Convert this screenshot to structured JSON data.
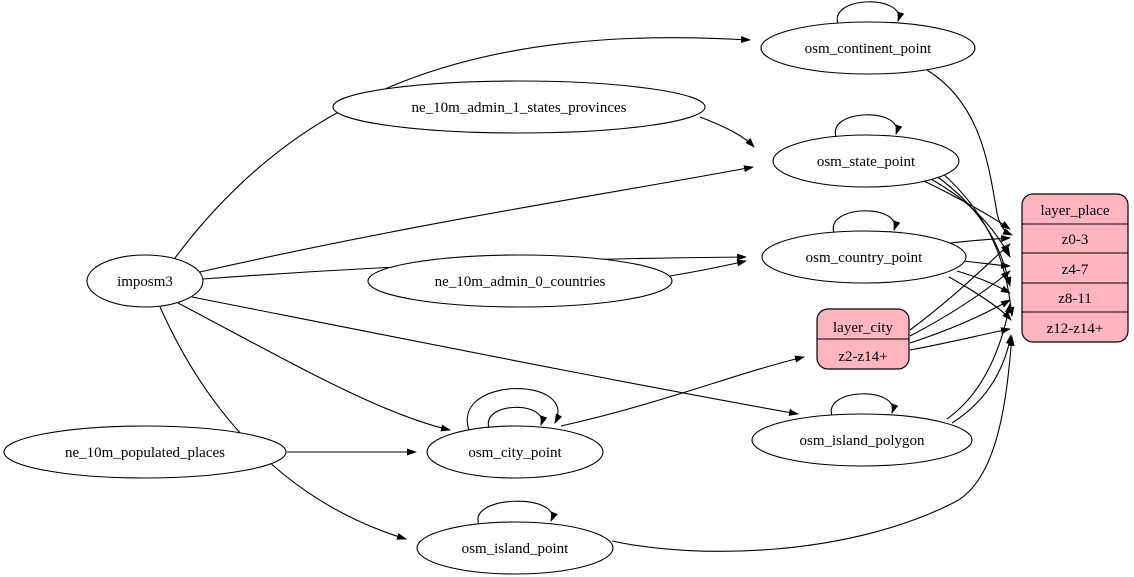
{
  "diagram": {
    "kind": "etl-dependency-graph",
    "background_color": "#ffffff",
    "table_fill": "#ffffff",
    "stroke_color": "#000000",
    "layer_fill": "#ffb6c1",
    "text_color": "#000000",
    "sources": {
      "imposm3": {
        "label": "imposm3"
      },
      "ne_10m_admin_1_states_provinces": {
        "label": "ne_10m_admin_1_states_provinces"
      },
      "ne_10m_admin_0_countries": {
        "label": "ne_10m_admin_0_countries"
      },
      "ne_10m_populated_places": {
        "label": "ne_10m_populated_places"
      }
    },
    "tables": {
      "osm_continent_point": {
        "label": "osm_continent_point"
      },
      "osm_state_point": {
        "label": "osm_state_point"
      },
      "osm_country_point": {
        "label": "osm_country_point"
      },
      "osm_city_point": {
        "label": "osm_city_point"
      },
      "osm_island_polygon": {
        "label": "osm_island_polygon"
      },
      "osm_island_point": {
        "label": "osm_island_point"
      }
    },
    "layers": {
      "layer_city": {
        "title": "layer_city",
        "rows": [
          "z2-z14+"
        ]
      },
      "layer_place": {
        "title": "layer_place",
        "rows": [
          "z0-3",
          "z4-7",
          "z8-11",
          "z12-z14+"
        ]
      }
    },
    "edges": [
      {
        "from": "imposm3",
        "to": "osm_continent_point"
      },
      {
        "from": "imposm3",
        "to": "osm_state_point"
      },
      {
        "from": "imposm3",
        "to": "osm_country_point"
      },
      {
        "from": "imposm3",
        "to": "osm_city_point"
      },
      {
        "from": "imposm3",
        "to": "osm_island_polygon"
      },
      {
        "from": "imposm3",
        "to": "osm_island_point"
      },
      {
        "from": "ne_10m_admin_1_states_provinces",
        "to": "osm_state_point"
      },
      {
        "from": "ne_10m_admin_0_countries",
        "to": "osm_country_point"
      },
      {
        "from": "ne_10m_populated_places",
        "to": "osm_city_point"
      },
      {
        "from": "osm_continent_point",
        "to": "osm_continent_point"
      },
      {
        "from": "osm_state_point",
        "to": "osm_state_point"
      },
      {
        "from": "osm_country_point",
        "to": "osm_country_point"
      },
      {
        "from": "osm_city_point",
        "to": "osm_city_point"
      },
      {
        "from": "osm_city_point",
        "to": "osm_city_point"
      },
      {
        "from": "osm_island_polygon",
        "to": "osm_island_polygon"
      },
      {
        "from": "osm_island_point",
        "to": "osm_island_point"
      },
      {
        "from": "osm_continent_point",
        "to": "layer_place:z0-3"
      },
      {
        "from": "osm_state_point",
        "to": "layer_place:z0-3"
      },
      {
        "from": "osm_state_point",
        "to": "layer_place:z4-7"
      },
      {
        "from": "osm_state_point",
        "to": "layer_place:z8-11"
      },
      {
        "from": "osm_state_point",
        "to": "layer_place:z12-z14+"
      },
      {
        "from": "osm_country_point",
        "to": "layer_place:z0-3"
      },
      {
        "from": "osm_country_point",
        "to": "layer_place:z4-7"
      },
      {
        "from": "osm_country_point",
        "to": "layer_place:z8-11"
      },
      {
        "from": "osm_country_point",
        "to": "layer_place:z12-z14+"
      },
      {
        "from": "osm_city_point",
        "to": "layer_city:z2-z14+"
      },
      {
        "from": "layer_city:z2-z14+",
        "to": "layer_place:z0-3"
      },
      {
        "from": "layer_city:z2-z14+",
        "to": "layer_place:z4-7"
      },
      {
        "from": "layer_city:z2-z14+",
        "to": "layer_place:z8-11"
      },
      {
        "from": "layer_city:z2-z14+",
        "to": "layer_place:z12-z14+"
      },
      {
        "from": "osm_island_polygon",
        "to": "layer_place:z8-11"
      },
      {
        "from": "osm_island_polygon",
        "to": "layer_place:z12-z14+"
      },
      {
        "from": "osm_island_point",
        "to": "layer_place:z12-z14+"
      }
    ]
  }
}
